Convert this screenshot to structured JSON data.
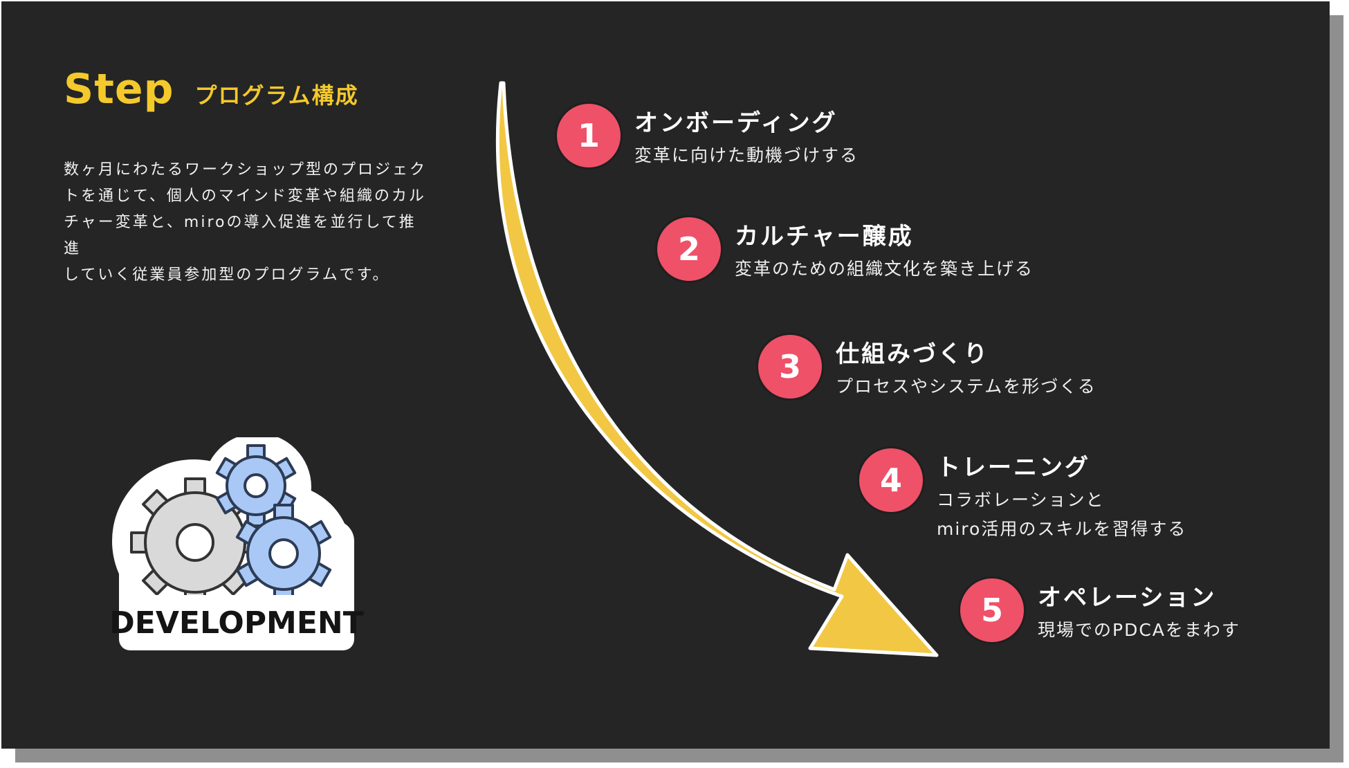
{
  "header": {
    "title": "Step",
    "subtitle": "プログラム構成"
  },
  "description": {
    "lines": [
      "数ヶ月にわたるワークショップ型のプロジェク",
      "トを通じて、個人のマインド変革や組織のカル",
      "チャー変革と、miroの導入促進を並行して推進",
      "していく従業員参加型のプログラムです。"
    ]
  },
  "steps": [
    {
      "number": "1",
      "title": "オンボーディング",
      "desc": [
        "変革に向けた動機づけする"
      ]
    },
    {
      "number": "2",
      "title": "カルチャー醸成",
      "desc": [
        "変革のための組織文化を築き上げる"
      ]
    },
    {
      "number": "3",
      "title": "仕組みづくり",
      "desc": [
        "プロセスやシステムを形づくる"
      ]
    },
    {
      "number": "4",
      "title": "トレーニング",
      "desc": [
        "コラボレーションと",
        "miro活用のスキルを習得する"
      ]
    },
    {
      "number": "5",
      "title": "オペレーション",
      "desc": [
        "現場でのPDCAをまわす"
      ]
    }
  ],
  "sticker": {
    "label": "DEVELOPMENT",
    "icon": "gears-icon"
  },
  "colors": {
    "background": "#252525",
    "accent_yellow": "#f4c92b",
    "arrow": "#f2c744",
    "step_circle": "#ee5168",
    "gear_gray": "#d9d9d9",
    "gear_blue": "#a9c8f5"
  }
}
